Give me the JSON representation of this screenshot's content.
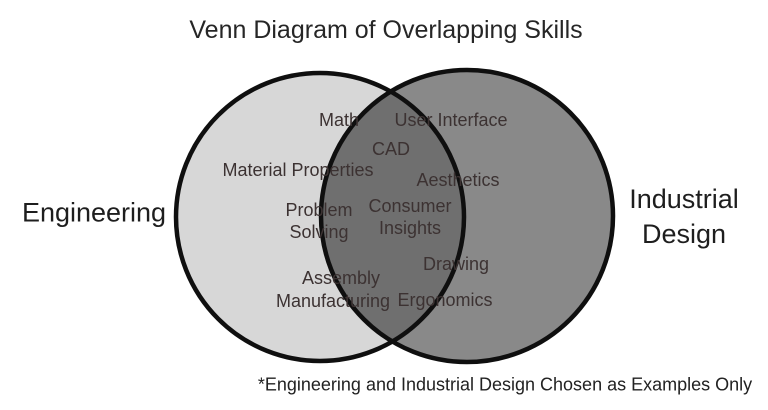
{
  "title": "Venn Diagram of Overlapping Skills",
  "footnote": "*Engineering and Industrial Design Chosen as Examples Only",
  "venn": {
    "left_set": {
      "label": "Engineering"
    },
    "right_set": {
      "label": "Industrial\nDesign"
    },
    "skills": {
      "engineering_only": [
        "Math",
        "Material Properties",
        "Problem\nSolving",
        "Assembly",
        "Manufacturing"
      ],
      "overlap": [
        "CAD",
        "Consumer\nInsights"
      ],
      "industrial_design_only": [
        "User Interface",
        "Aesthetics",
        "Drawing",
        "Ergonomics"
      ]
    }
  },
  "colors": {
    "left_circle_fill": "#d7d7d7",
    "right_circle_fill": "#898989",
    "overlap_fill": "#6f6f6f",
    "circle_stroke": "#0f0f0f",
    "skill_text": "#3c3232",
    "heading_text": "#212121"
  }
}
